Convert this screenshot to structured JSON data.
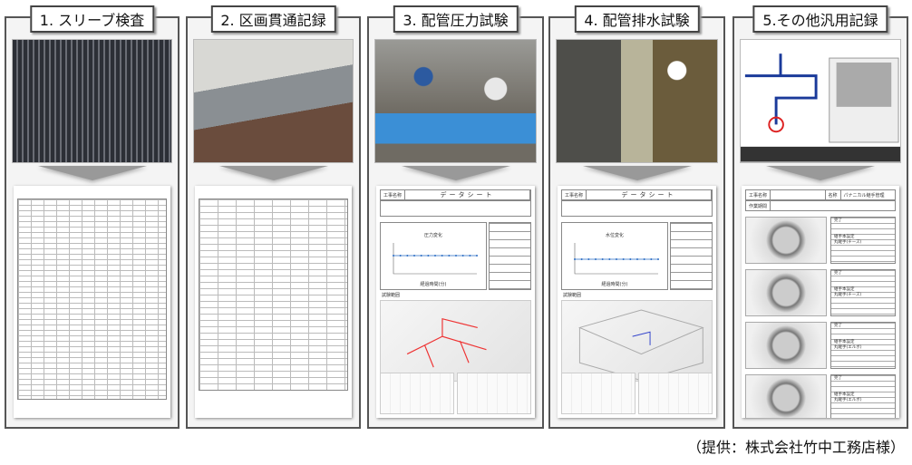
{
  "panels": [
    {
      "title": "1. スリーブ検査"
    },
    {
      "title": "2. 区画貫通記録"
    },
    {
      "title": "3. 配管圧力試験",
      "doc": {
        "project_label": "工事名称",
        "sheet_title": "データシート",
        "chart_title": "圧力変化",
        "x_label": "経過時間(分)",
        "range_label": "試験範囲"
      }
    },
    {
      "title": "4. 配管排水試験",
      "doc": {
        "project_label": "工事名称",
        "sheet_title": "データシート",
        "chart_title": "水位変化",
        "x_label": "経過時間(分)",
        "range_label": "試験範囲"
      }
    },
    {
      "title": "5.その他汎用記録",
      "doc": {
        "project_label": "工事名称",
        "period_label": "作業期間",
        "name_label": "名称",
        "name_value": "パナニカル継手管理",
        "rows": [
          {
            "status": "完了",
            "item": "継手本設定",
            "part": "丸継手(チーズ)"
          },
          {
            "status": "完了",
            "item": "継手本設定",
            "part": "丸継手(チーズ)"
          },
          {
            "status": "完了",
            "item": "継手本設定",
            "part": "丸継手(エルボ)"
          },
          {
            "status": "完了",
            "item": "継手本設定",
            "part": "丸継手(エルボ)"
          }
        ]
      }
    }
  ],
  "credit": "（提供：株式会社竹中工務店様）",
  "colors": {
    "border": "#555555",
    "arrow": "#999999",
    "chart_line": "#2a6cc4"
  },
  "chart_data": [
    {
      "type": "line",
      "title": "圧力変化",
      "xlabel": "経過時間(分)",
      "x": [
        0,
        5,
        10,
        15,
        20,
        25,
        30,
        35,
        40,
        45,
        50,
        55,
        60
      ],
      "values": [
        0.75,
        0.75,
        0.75,
        0.75,
        0.75,
        0.75,
        0.75,
        0.75,
        0.75,
        0.75,
        0.75,
        0.75,
        0.75
      ],
      "ylim": [
        0,
        1.2
      ]
    },
    {
      "type": "line",
      "title": "水位変化",
      "xlabel": "経過時間(分)",
      "x": [
        0,
        5,
        10,
        15,
        20,
        25,
        30,
        35,
        40,
        45,
        50,
        55,
        60
      ],
      "values": [
        0,
        0,
        0,
        0,
        0,
        0,
        0,
        0,
        0,
        0,
        0,
        0,
        0
      ],
      "ylim": [
        -5,
        5
      ]
    }
  ]
}
